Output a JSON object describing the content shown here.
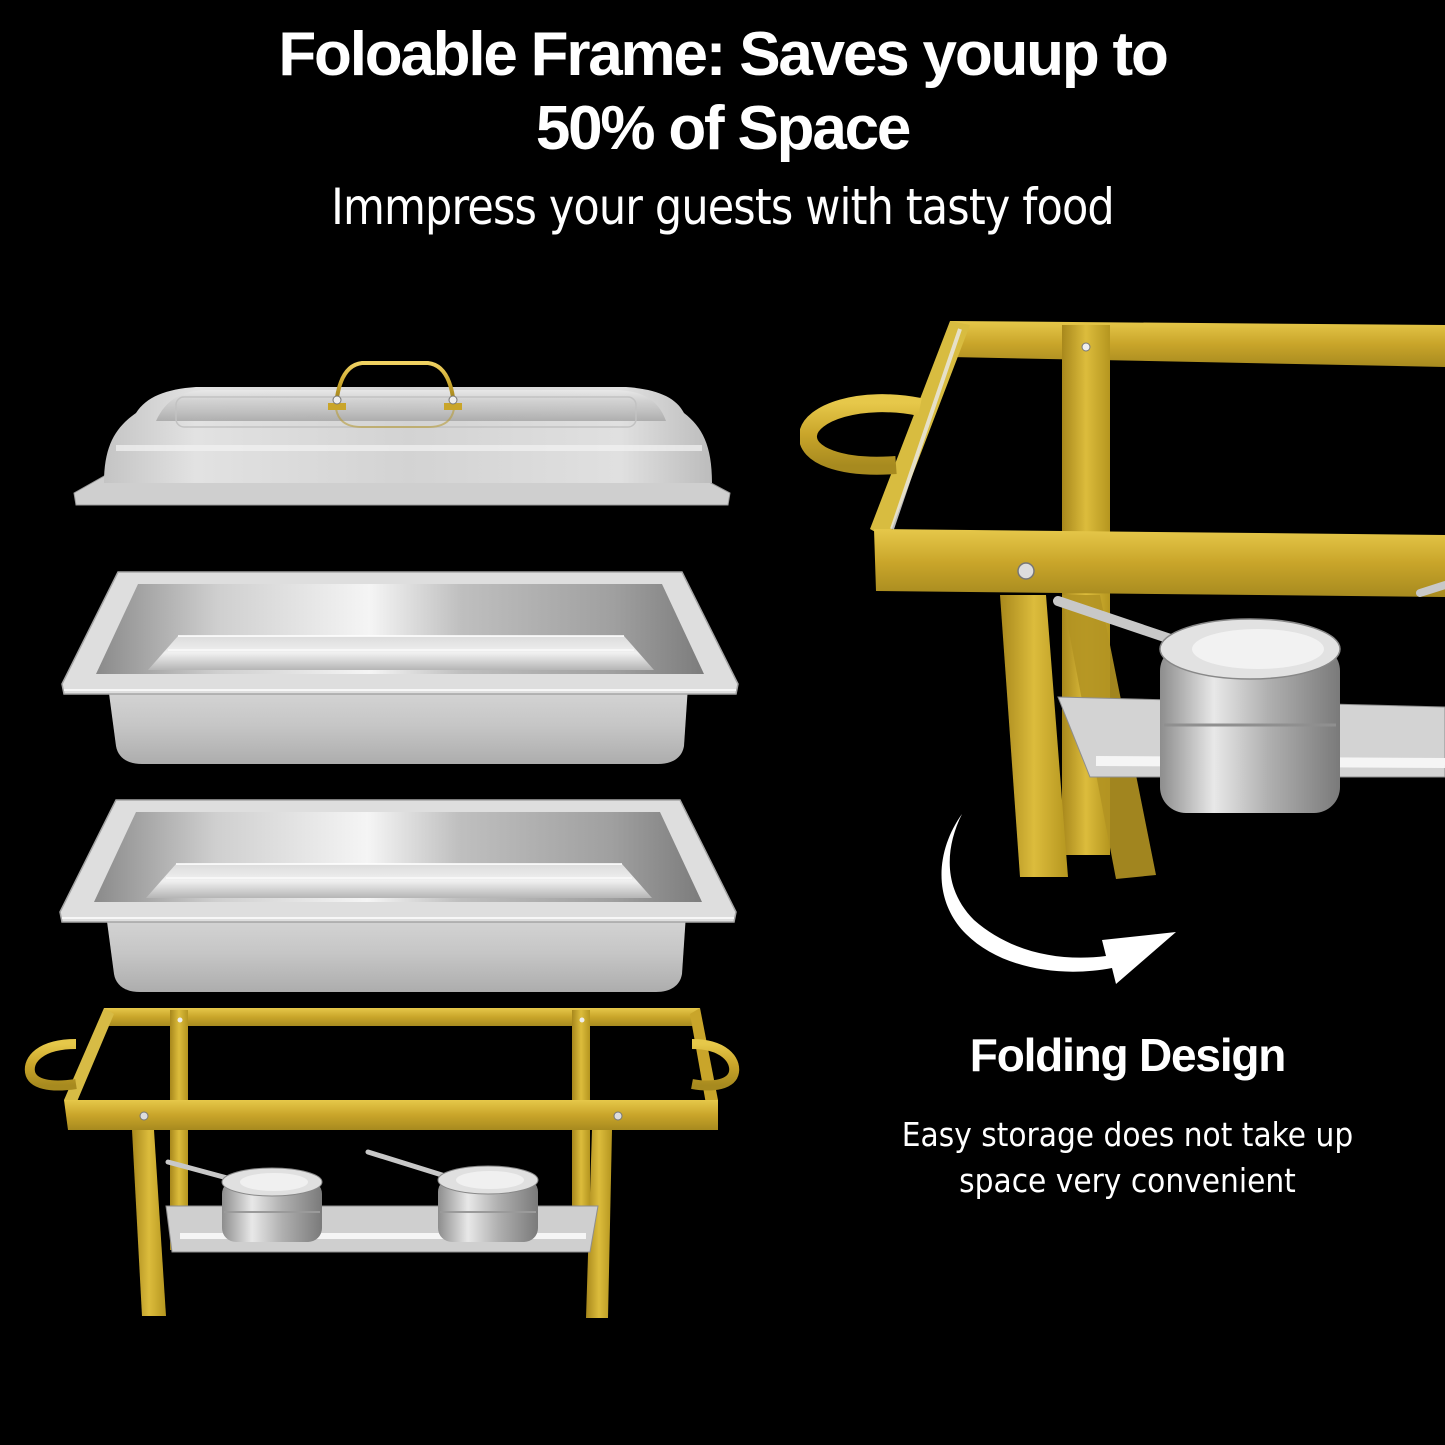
{
  "header": {
    "headline_line1": "Foloable Frame: Saves youup to",
    "headline_line2": "50% of Space",
    "subheadline": "Immpress your guests with tasty food"
  },
  "feature": {
    "title": "Folding Design",
    "description_line1": "Easy storage does not take up",
    "description_line2": "space very convenient"
  },
  "product_parts": [
    {
      "name": "lid",
      "icon": "chafing-lid-icon"
    },
    {
      "name": "food-pan-1",
      "icon": "food-pan-icon"
    },
    {
      "name": "food-pan-2",
      "icon": "food-pan-icon"
    },
    {
      "name": "gold-frame-with-fuel-holders",
      "icon": "chafing-frame-icon"
    }
  ],
  "closeup": {
    "name": "folding-frame-closeup",
    "icon": "folding-leg-icon"
  },
  "arrow": {
    "icon": "curved-arrow-icon",
    "direction": "clockwise"
  },
  "colors": {
    "background": "#000000",
    "text": "#FFFFFF",
    "gold": "#C9A52A",
    "gold_light": "#E6C84A",
    "gold_dark": "#8F7416",
    "steel": "#D8D8D8",
    "steel_dark": "#9A9A9A"
  }
}
